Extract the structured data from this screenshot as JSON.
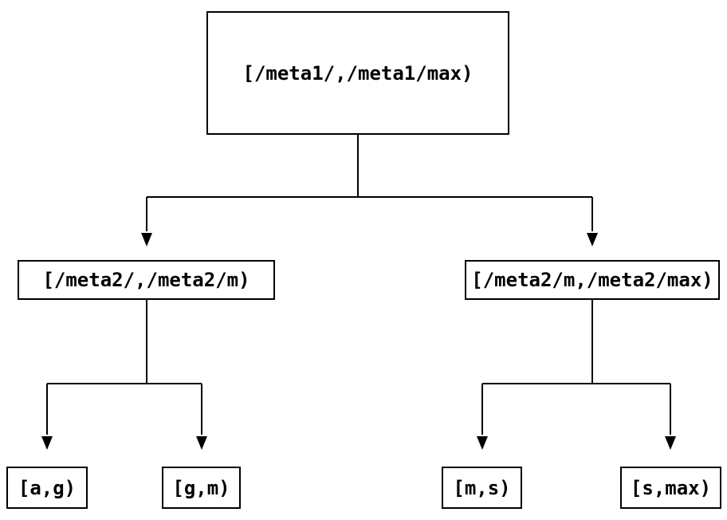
{
  "diagram": {
    "type": "tree",
    "background_color": "#ffffff",
    "line_color": "#000000",
    "text_color": "#000000",
    "nodes": [
      {
        "id": "root",
        "label": "[/meta1/,/meta1/max)"
      },
      {
        "id": "meta2-low",
        "label": "[/meta2/,/meta2/m)"
      },
      {
        "id": "meta2-high",
        "label": "[/meta2/m,/meta2/max)"
      },
      {
        "id": "leaf-ag",
        "label": "[a,g)"
      },
      {
        "id": "leaf-gm",
        "label": "[g,m)"
      },
      {
        "id": "leaf-ms",
        "label": "[m,s)"
      },
      {
        "id": "leaf-smax",
        "label": "[s,max)"
      }
    ],
    "edges": [
      {
        "from": "root",
        "to": [
          "meta2-low",
          "meta2-high"
        ],
        "arrow": "filled-triangle-down"
      },
      {
        "from": "meta2-low",
        "to": [
          "leaf-ag",
          "leaf-gm"
        ],
        "arrow": "filled-triangle-down"
      },
      {
        "from": "meta2-high",
        "to": [
          "leaf-ms",
          "leaf-smax"
        ],
        "arrow": "filled-triangle-down"
      }
    ]
  }
}
